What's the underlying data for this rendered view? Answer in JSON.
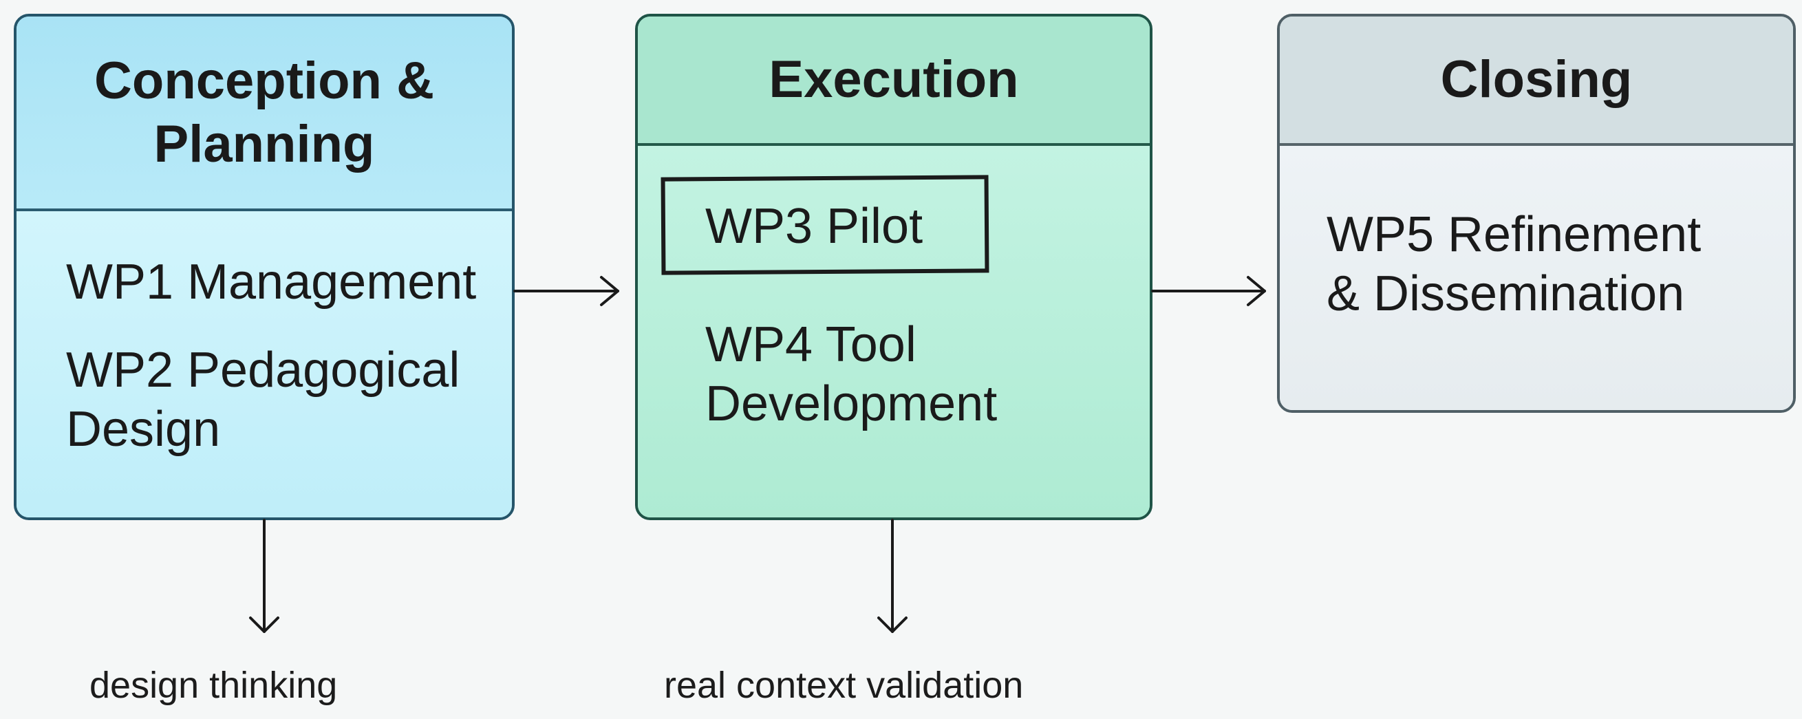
{
  "phases": [
    {
      "title": "Conception &\nPlanning",
      "items": [
        "WP1 Management",
        "WP2 Pedagogical\nDesign"
      ],
      "note": "design thinking",
      "color": "#bfeef9"
    },
    {
      "title": "Execution",
      "items": [
        "WP3 Pilot",
        "WP4 Tool\nDevelopment"
      ],
      "note": "real context validation",
      "color": "#b3ecd5"
    },
    {
      "title": "Closing",
      "items": [
        "WP5 Refinement\n& Dissemination"
      ],
      "color": "#e9eef1"
    }
  ]
}
